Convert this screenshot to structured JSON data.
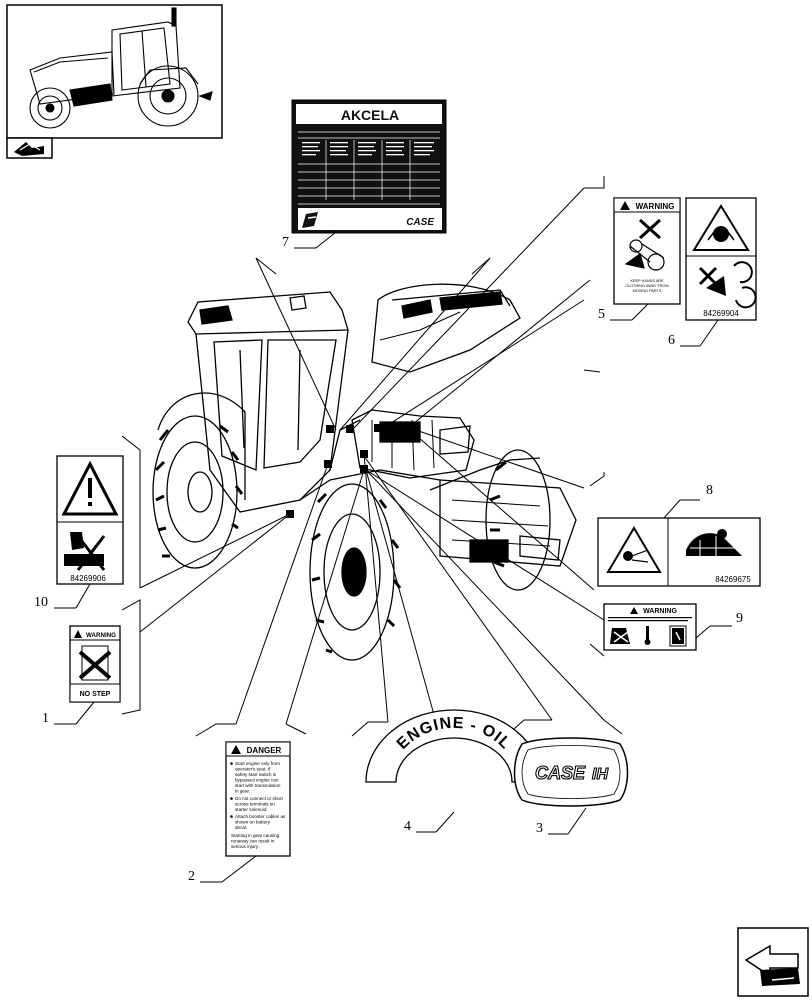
{
  "colors": {
    "ink": "#000000",
    "paper": "#ffffff",
    "label_fill": "#111111"
  },
  "callouts": [
    "1",
    "2",
    "3",
    "4",
    "5",
    "6",
    "7",
    "8",
    "9",
    "10"
  ],
  "thumbnail": {
    "icon": "tractor-thumbnail-icon",
    "nav": "section-arrow-icon"
  },
  "decal_1": {
    "header": "WARNING",
    "footer": "NO STEP"
  },
  "decal_2": {
    "header": "DANGER",
    "bullets": [
      "Start engine only from",
      "operator's seat. If",
      "safety start switch is",
      "bypassed engine can",
      "start with transmission",
      "in gear.",
      "Do not connect or short",
      "across terminals on",
      "starter solenoid.",
      "Attach booster cables as",
      "shown on battery",
      "decal.",
      "Starting in gear causing",
      "runaway can result in",
      "serious injury."
    ]
  },
  "decal_3": {
    "brand": "CASE",
    "mark": "IH"
  },
  "decal_4": {
    "text": "ENGINE - OIL"
  },
  "decal_5": {
    "header": "WARNING",
    "body": [
      "KEEP HANDS ARE",
      "CLOTHING AWAY FROM",
      "MOVING PARTS"
    ]
  },
  "decal_6": {
    "code": "84269904"
  },
  "decal_7": {
    "brand": "AKCELA",
    "footer_brand": "CASE"
  },
  "decal_8": {
    "code": "84269675"
  },
  "decal_9": {
    "header": "WARNING"
  },
  "decal_10": {
    "code": "84269906"
  },
  "corner_nav": {
    "icon": "next-page-arrow-icon"
  }
}
